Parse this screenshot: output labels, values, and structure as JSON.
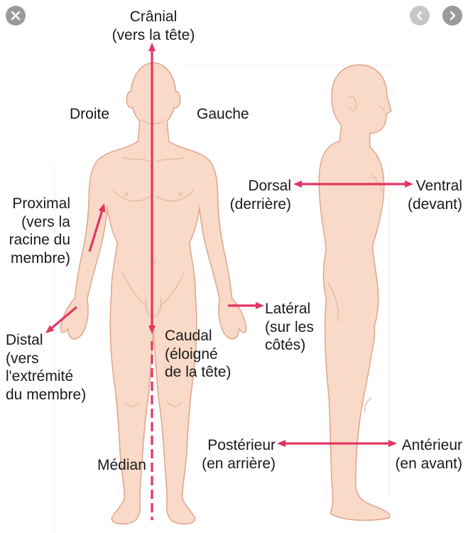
{
  "viewer": {
    "close_button": {
      "icon": "close-icon"
    },
    "prev_button": {
      "icon": "chevron-left-icon"
    },
    "next_button": {
      "icon": "chevron-right-icon"
    },
    "button_color": "#9b9b9b",
    "button_color_disabled": "#c6c6c6"
  },
  "diagram": {
    "colors": {
      "arrow": "#e23561",
      "skin": "#f9d9c7",
      "skin_outline": "#e0a58b",
      "text": "#1a1a1a"
    },
    "cranial": [
      "Crânial",
      "(vers la tête)"
    ],
    "right": "Droite",
    "left": "Gauche",
    "proximal": [
      "Proximal",
      "(vers la",
      "racine du",
      "membre)"
    ],
    "distal": [
      "Distal",
      "(vers",
      "l'extrémité",
      "du membre)"
    ],
    "caudal": [
      "Caudal",
      "(éloigné",
      "de la tête)"
    ],
    "median": "Médian",
    "lateral": [
      "Latéral",
      "(sur les",
      "côtés)"
    ],
    "dorsal": [
      "Dorsal",
      "(derrière)"
    ],
    "ventral": [
      "Ventral",
      "(devant)"
    ],
    "posterior": [
      "Postérieur",
      "(en arrière)"
    ],
    "anterior": [
      "Antérieur",
      "(en avant)"
    ]
  }
}
